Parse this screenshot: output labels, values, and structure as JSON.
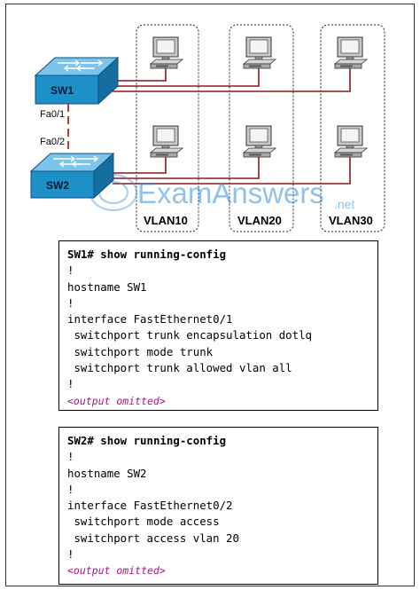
{
  "diagram": {
    "switches": [
      {
        "id": "sw1",
        "label": "SW1"
      },
      {
        "id": "sw2",
        "label": "SW2"
      }
    ],
    "ports": {
      "sw1_port": "Fa0/1",
      "sw2_port": "Fa0/2"
    },
    "vlans": [
      {
        "id": "vlan10",
        "label": "VLAN10"
      },
      {
        "id": "vlan20",
        "label": "VLAN20"
      },
      {
        "id": "vlan30",
        "label": "VLAN30"
      }
    ],
    "colors": {
      "link": "#8b1a1a",
      "trunk": "#cc3333",
      "switch": "#1e90c8",
      "watermark": "#3e8fd3"
    }
  },
  "watermark": {
    "text": "ExamAnswers",
    "suffix": ".net"
  },
  "config_sw1": {
    "lines": [
      {
        "text": "SW1# show running-config",
        "style": "bold"
      },
      {
        "text": "!",
        "style": "normal"
      },
      {
        "text": "hostname SW1",
        "style": "normal"
      },
      {
        "text": "!",
        "style": "normal"
      },
      {
        "text": "interface FastEthernet0/1",
        "style": "normal"
      },
      {
        "text": " switchport trunk encapsulation dotlq",
        "style": "normal"
      },
      {
        "text": " switchport mode trunk",
        "style": "normal"
      },
      {
        "text": " switchport trunk allowed vlan all",
        "style": "normal"
      },
      {
        "text": "!",
        "style": "normal"
      },
      {
        "text": "<output omitted>",
        "style": "omit"
      }
    ]
  },
  "config_sw2": {
    "lines": [
      {
        "text": "SW2# show running-config",
        "style": "bold"
      },
      {
        "text": "!",
        "style": "normal"
      },
      {
        "text": "hostname SW2",
        "style": "normal"
      },
      {
        "text": "!",
        "style": "normal"
      },
      {
        "text": "interface FastEthernet0/2",
        "style": "normal"
      },
      {
        "text": " switchport mode access",
        "style": "normal"
      },
      {
        "text": " switchport access vlan 20",
        "style": "normal"
      },
      {
        "text": "!",
        "style": "normal"
      },
      {
        "text": "<output omitted>",
        "style": "omit"
      }
    ]
  }
}
